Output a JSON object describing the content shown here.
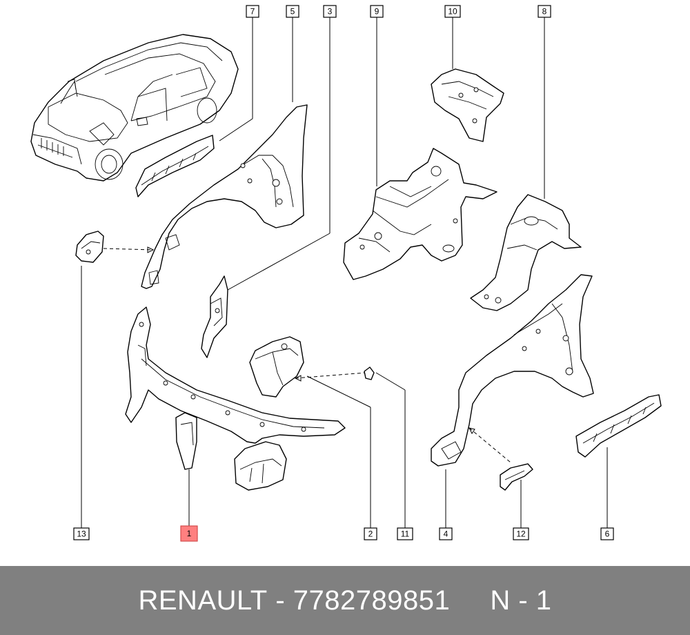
{
  "footer": {
    "brand": "RENAULT",
    "separator1": " - ",
    "part_number": "7782789851",
    "gap": "     ",
    "variant": "N - 1"
  },
  "callouts": {
    "c1": "1",
    "c2": "2",
    "c3": "3",
    "c4": "4",
    "c5": "5",
    "c6": "6",
    "c7": "7",
    "c8": "8",
    "c9": "9",
    "c10": "10",
    "c11": "11",
    "c12": "12",
    "c13": "13"
  },
  "highlighted_callout": "1",
  "colors": {
    "highlight": "#ff8080",
    "footer_bg": "#808080",
    "footer_text": "#ffffff"
  }
}
